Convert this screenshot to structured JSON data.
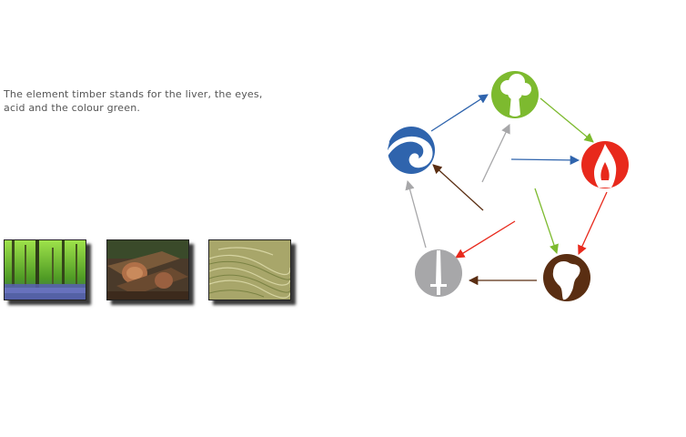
{
  "description": "The element timber stands for the liver, the eyes, acid and the colour green.",
  "thumbnails": [
    {
      "subject": "bluebell forest"
    },
    {
      "subject": "cut logs"
    },
    {
      "subject": "grass"
    }
  ],
  "elements": [
    {
      "name": "timber",
      "icon": "tree-icon",
      "color": "#7dba2f"
    },
    {
      "name": "fire",
      "icon": "flame-icon",
      "color": "#e8291c"
    },
    {
      "name": "earth",
      "icon": "africa-icon",
      "color": "#5a2e12"
    },
    {
      "name": "metal",
      "icon": "sword-icon",
      "color": "#a7a7a9"
    },
    {
      "name": "water",
      "icon": "wave-icon",
      "color": "#2f64ad"
    }
  ],
  "arrows": [
    {
      "from": "water",
      "to": "timber",
      "color": "#2f64ad"
    },
    {
      "from": "timber",
      "to": "fire",
      "color": "#7dba2f"
    },
    {
      "from": "fire",
      "to": "earth",
      "color": "#e8291c"
    },
    {
      "from": "earth",
      "to": "metal",
      "color": "#5a2e12"
    },
    {
      "from": "metal",
      "to": "water",
      "color": "#a7a7a9"
    },
    {
      "from": "water",
      "to": "fire",
      "color": "#2f64ad"
    },
    {
      "from": "timber",
      "to": "earth",
      "color": "#7dba2f"
    },
    {
      "from": "fire",
      "to": "metal",
      "color": "#e8291c"
    },
    {
      "from": "earth",
      "to": "water",
      "color": "#5a2e12"
    },
    {
      "from": "metal",
      "to": "timber",
      "color": "#a7a7a9"
    }
  ]
}
